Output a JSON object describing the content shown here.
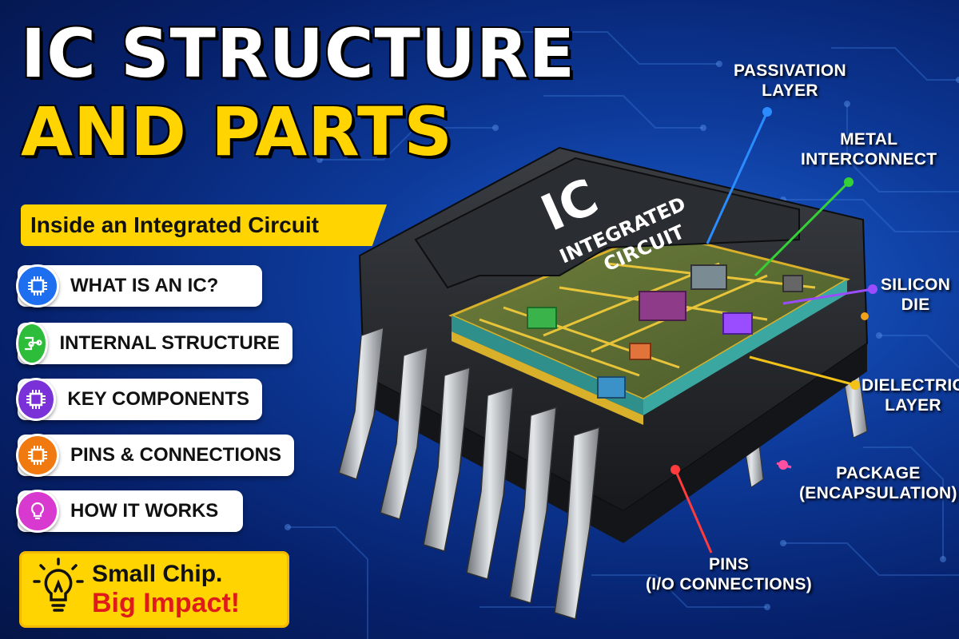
{
  "title": {
    "line1": "IC STRUCTURE",
    "line2": "AND PARTS"
  },
  "subtitle": "Inside an Integrated Circuit",
  "menu": [
    {
      "label": "WHAT IS AN IC?",
      "icon": "chip-icon",
      "color": "#1e6ff0"
    },
    {
      "label": "INTERNAL STRUCTURE",
      "icon": "circuit-icon",
      "color": "#2ebd3a"
    },
    {
      "label": "KEY COMPONENTS",
      "icon": "chip-icon",
      "color": "#7a32d8"
    },
    {
      "label": "PINS & CONNECTIONS",
      "icon": "chip-icon",
      "color": "#f07a10"
    },
    {
      "label": "HOW IT WORKS",
      "icon": "lightbulb-icon",
      "color": "#d83ad0"
    }
  ],
  "impact": {
    "line1": "Small Chip.",
    "line2": "Big Impact!",
    "icon": "lightbulb-icon"
  },
  "chip": {
    "mark": "IC",
    "text_line1": "INTEGRATED",
    "text_line2": "CIRCUIT"
  },
  "labels": {
    "passivation": {
      "line1": "PASSIVATION",
      "line2": "LAYER",
      "color": "#2a8cff"
    },
    "metal": {
      "line1": "METAL",
      "line2": "INTERCONNECT",
      "color": "#35d035"
    },
    "silicon": {
      "line1": "SILICON",
      "line2": "DIE",
      "color": "#9a4cff"
    },
    "dielectric": {
      "line1": "DIELECTRIC",
      "line2": "LAYER",
      "color": "#f2c21a"
    },
    "package": {
      "line1": "PACKAGE",
      "line2": "(ENCAPSULATION)",
      "color": "#ff4fa0"
    },
    "pins": {
      "line1": "PINS",
      "line2": "(I/O CONNECTIONS)",
      "color": "#ff3b3b"
    }
  },
  "colors": {
    "accent_yellow": "#ffd400",
    "impact_red": "#e01a1a",
    "background_blue": "#0d3a9a"
  }
}
